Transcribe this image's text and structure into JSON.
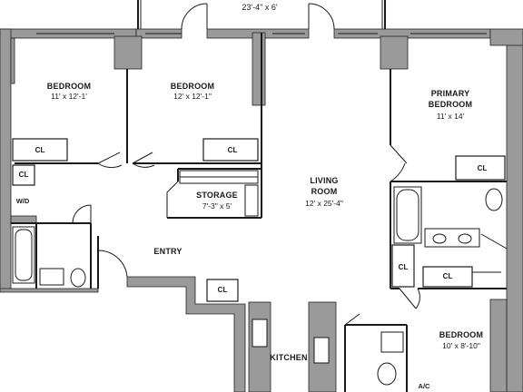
{
  "colors": {
    "wall": "#9a9a9a",
    "wall_stroke": "#222222",
    "line": "#1a1a1a",
    "background": "#ffffff"
  },
  "plan": {
    "balcony_dimensions": "23'-4\" x 6'",
    "rooms": [
      {
        "id": "bedroom-1",
        "name": "BEDROOM",
        "dimensions": "11' x 12'-1'"
      },
      {
        "id": "bedroom-2",
        "name": "BEDROOM",
        "dimensions": "12' x 12'-1\""
      },
      {
        "id": "primary-bedroom",
        "name_line1": "PRIMARY",
        "name_line2": "BEDROOM",
        "dimensions": "11' x 14'"
      },
      {
        "id": "living-room",
        "name_line1": "LIVING",
        "name_line2": "ROOM",
        "dimensions": "12' x 25'-4\""
      },
      {
        "id": "storage",
        "name": "STORAGE",
        "dimensions": "7'-3\" x 5'"
      },
      {
        "id": "entry",
        "name": "ENTRY"
      },
      {
        "id": "kitchen",
        "name": "KITCHEN"
      },
      {
        "id": "bedroom-3",
        "name": "BEDROOM",
        "dimensions": "10' x 8'-10\""
      }
    ],
    "closet_label": "CL",
    "washer_dryer_label": "W/D",
    "ac_label": "A/C"
  }
}
